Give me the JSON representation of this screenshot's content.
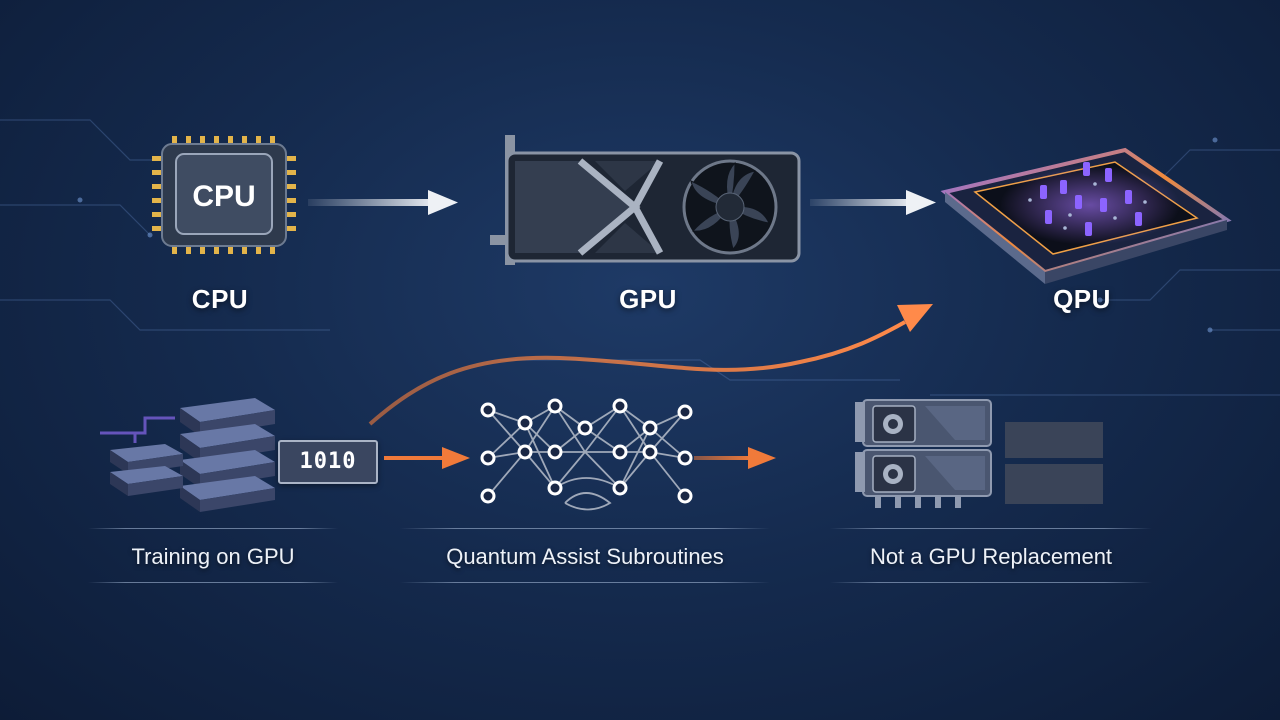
{
  "top_row": {
    "cpu": {
      "chip_text": "CPU",
      "label": "CPU"
    },
    "gpu": {
      "label": "GPU"
    },
    "qpu": {
      "label": "QPU"
    }
  },
  "bottom_row": {
    "training": {
      "label": "Training on GPU",
      "data_text": "1010"
    },
    "quantum": {
      "label": "Quantum Assist Subroutines"
    },
    "replacement": {
      "label": "Not a GPU Replacement"
    }
  },
  "colors": {
    "background": "#152b4f",
    "accent_orange": "#f07a3a",
    "arrow_gray": "#d6dbe3",
    "qpu_glow": "#8a5cff"
  }
}
